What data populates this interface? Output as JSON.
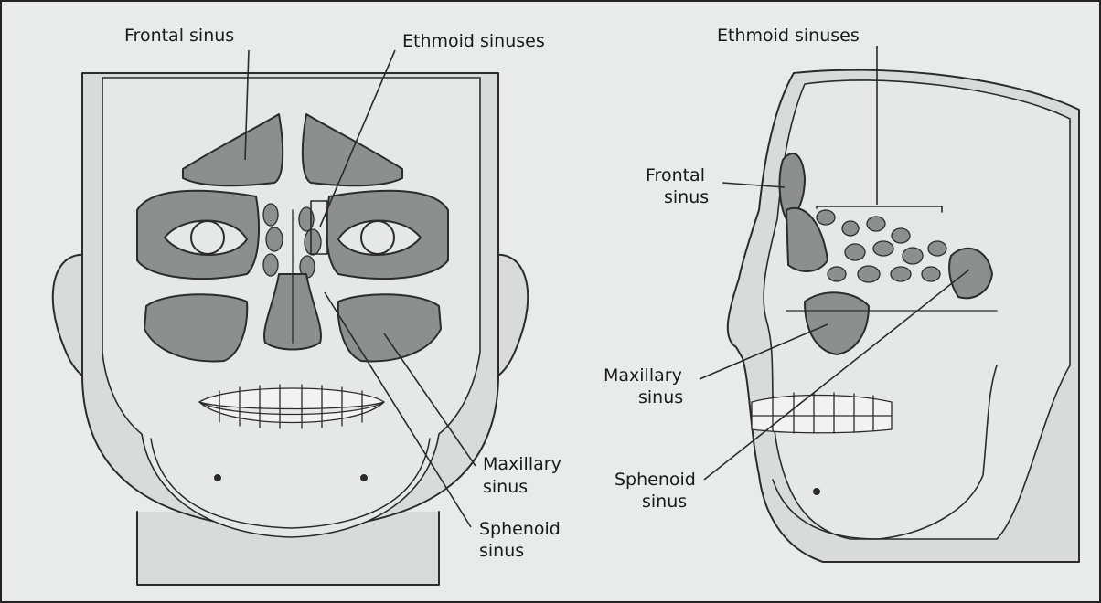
{
  "labels": {
    "front_frontal_sinus": "Frontal sinus",
    "front_ethmoid_sinuses": "Ethmoid sinuses",
    "front_maxillary_sinus_line1": "Maxillary",
    "front_maxillary_sinus_line2": "sinus",
    "front_sphenoid_sinus_line1": "Sphenoid",
    "front_sphenoid_sinus_line2": "sinus",
    "side_ethmoid_sinuses": "Ethmoid sinuses",
    "side_frontal_sinus_line1": "Frontal",
    "side_frontal_sinus_line2": "sinus",
    "side_maxillary_sinus_line1": "Maxillary",
    "side_maxillary_sinus_line2": "sinus",
    "side_sphenoid_sinus_line1": "Sphenoid",
    "side_sphenoid_sinus_line2": "sinus"
  },
  "colors": {
    "background": "#e9eaea",
    "skin": "#d9dbdb",
    "skull": "#e6e7e7",
    "sinus": "#8d8f8f",
    "outline": "#2b2b2b"
  }
}
